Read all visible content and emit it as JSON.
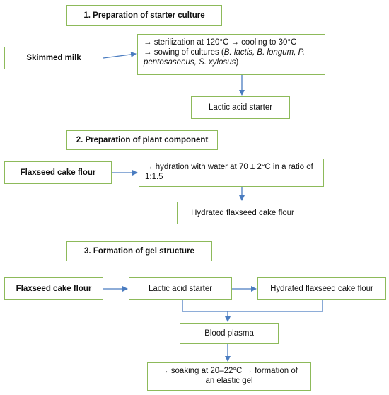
{
  "section1": {
    "title": "1. Preparation of starter culture",
    "input": "Skimmed milk",
    "process": {
      "line1": "→ sterilization at 120°C → cooling to 30°C",
      "line2_prefix": "→ sowing of cultures (",
      "cultures_a": "B. lactis, B. longum, P.",
      "cultures_b": "pentosaseeus, S. xylosus",
      "line3_suffix": ")"
    },
    "output": "Lactic acid starter"
  },
  "section2": {
    "title": "2. Preparation of plant component",
    "input": "Flaxseed cake flour",
    "process": {
      "line1": "→ hydration with water at 70 ± 2°C in a ratio of",
      "line2": "1:1.5"
    },
    "output": "Hydrated flaxseed cake flour"
  },
  "section3": {
    "title": "3. Formation of gel structure",
    "input": "Flaxseed cake flour",
    "starter": "Lactic acid starter",
    "hydrated": "Hydrated flaxseed cake flour",
    "plasma": "Blood plasma",
    "final": {
      "line1": "→ soaking at 20–22°C → formation of",
      "line2": "an elastic gel"
    }
  },
  "colors": {
    "border": "#8dba5a",
    "arrow": "#4a7cc0"
  }
}
